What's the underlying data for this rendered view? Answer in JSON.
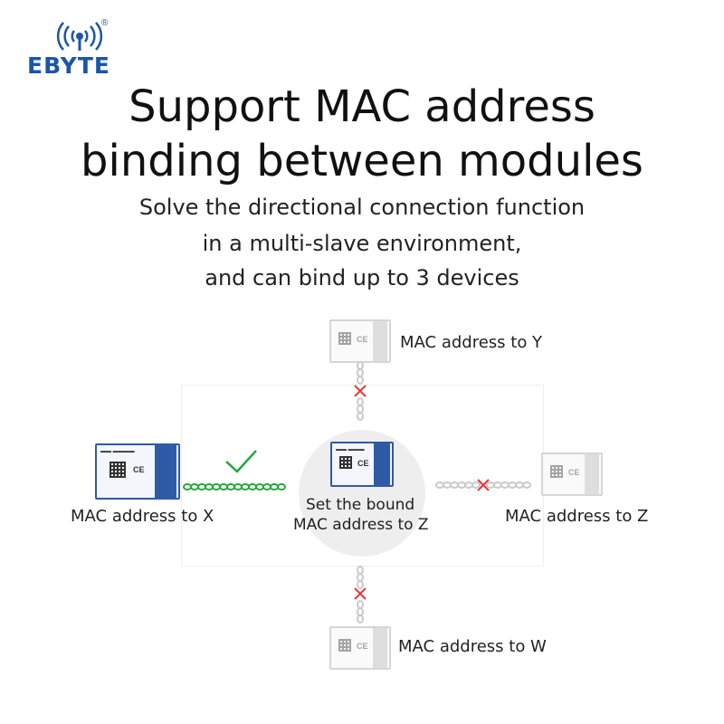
{
  "brand": {
    "name": "EBYTE",
    "registered": "®",
    "color": "#1a56a8"
  },
  "title_lines": [
    "Support MAC address",
    "binding between modules"
  ],
  "subtitle_lines": [
    "Solve the directional connection function",
    "in a multi-slave environment,",
    "and can bind up to 3 devices"
  ],
  "center": {
    "label_line1": "Set the bound",
    "label_line2": "MAC address to Z"
  },
  "nodes": {
    "top": {
      "label": "MAC address to Y",
      "status": "blocked"
    },
    "left": {
      "label": "MAC address to X",
      "status": "connected"
    },
    "right": {
      "label": "MAC address to Z",
      "status": "blocked"
    },
    "bottom": {
      "label": "MAC address to W",
      "status": "blocked"
    }
  },
  "colors": {
    "connected": "#22a83a",
    "blocked": "#e23b3b",
    "module_blue": "#2f5aa6"
  },
  "icons": [
    "wifi-signal-icon",
    "check-icon",
    "cross-icon"
  ]
}
